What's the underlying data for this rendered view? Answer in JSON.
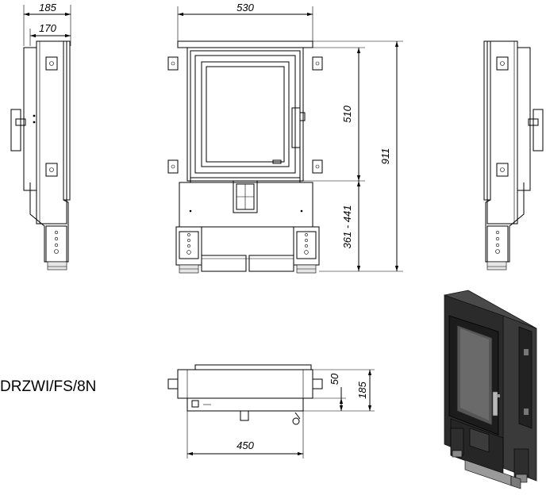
{
  "title": "DRZWI/FS/8N",
  "dimensions": {
    "side_total_depth": "185",
    "side_inner_depth": "170",
    "front_width": "530",
    "door_height": "510",
    "total_height": "911",
    "leg_range": "361 - 441",
    "top_depth_small": "50",
    "top_depth_total": "185",
    "top_width": "450"
  }
}
